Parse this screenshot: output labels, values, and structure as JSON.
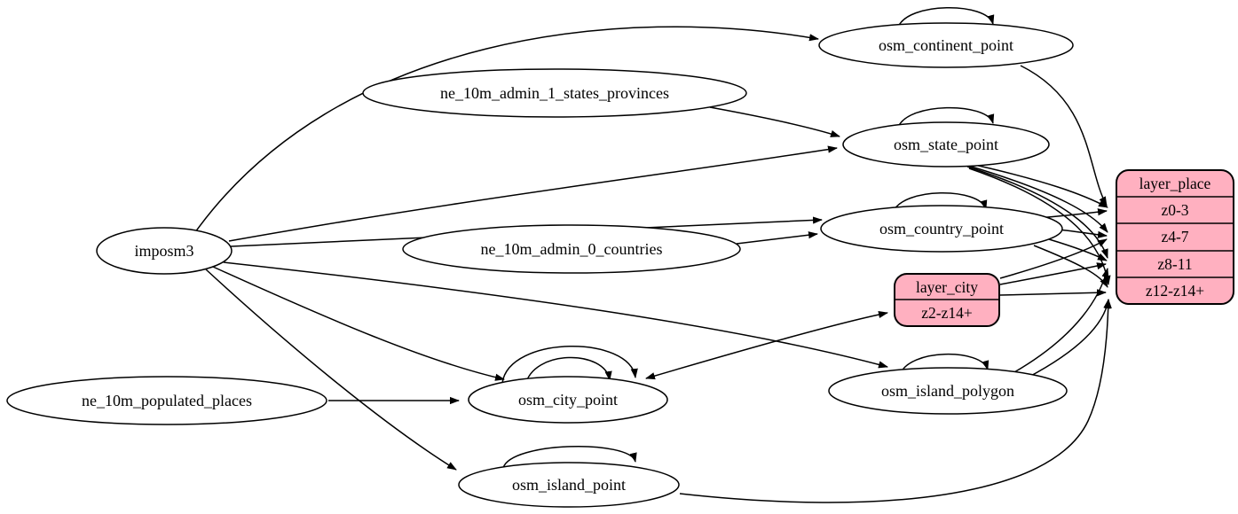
{
  "diagram": {
    "kind": "etl-dataflow-graph",
    "colors": {
      "background": "#ffffff",
      "table_node_fill": "#ffffff",
      "layer_node_fill": "#ffb0c0",
      "stroke": "#000000"
    },
    "nodes": {
      "imposm3": "imposm3",
      "ne_states": "ne_10m_admin_1_states_provinces",
      "ne_countries": "ne_10m_admin_0_countries",
      "ne_places": "ne_10m_populated_places",
      "continent": "osm_continent_point",
      "state": "osm_state_point",
      "country": "osm_country_point",
      "city": "osm_city_point",
      "island_polygon": "osm_island_polygon",
      "island_point": "osm_island_point"
    },
    "layer_place": {
      "title": "layer_place",
      "rows": [
        "z0-3",
        "z4-7",
        "z8-11",
        "z12-z14+"
      ]
    },
    "layer_city": {
      "title": "layer_city",
      "rows": [
        "z2-z14+"
      ]
    },
    "edges": [
      "imposm3 -> osm_continent_point",
      "imposm3 -> osm_state_point",
      "imposm3 -> osm_country_point",
      "imposm3 -> osm_city_point",
      "imposm3 -> osm_island_polygon",
      "imposm3 -> osm_island_point",
      "ne_10m_admin_1_states_provinces -> osm_state_point",
      "ne_10m_admin_0_countries -> osm_country_point",
      "ne_10m_populated_places -> osm_city_point",
      "osm_continent_point -> osm_continent_point",
      "osm_state_point -> osm_state_point",
      "osm_country_point -> osm_country_point",
      "osm_city_point -> osm_city_point",
      "osm_city_point -> osm_city_point (2)",
      "osm_island_polygon -> osm_island_polygon",
      "osm_island_point -> osm_island_point",
      "osm_continent_point -> layer_place:z0-3",
      "osm_state_point -> layer_place:z0-3",
      "osm_state_point -> layer_place:z4-7",
      "osm_state_point -> layer_place:z8-11",
      "osm_state_point -> layer_place:z12-z14+",
      "osm_country_point -> layer_place:z0-3",
      "osm_country_point -> layer_place:z4-7",
      "osm_country_point -> layer_place:z8-11",
      "osm_country_point -> layer_place:z12-z14+",
      "osm_city_point -> layer_city:z2-z14+",
      "osm_city_point -> layer_place:z4-7",
      "osm_city_point -> layer_place:z8-11",
      "osm_city_point -> layer_place:z12-z14+",
      "osm_island_polygon -> layer_place:z8-11",
      "osm_island_polygon -> layer_place:z12-z14+",
      "osm_island_point -> layer_place:z12-z14+"
    ]
  }
}
